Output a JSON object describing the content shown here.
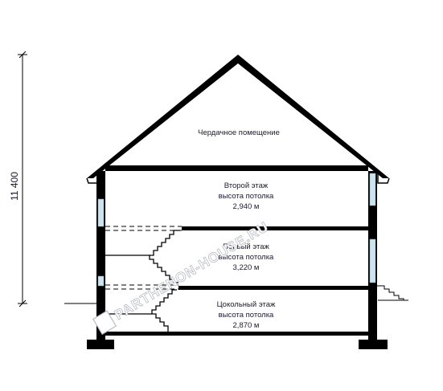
{
  "overall_height_label": "11 400",
  "rooms": {
    "attic": "Чердачное помещение",
    "second_floor": {
      "name": "Второй этаж",
      "ceiling_label": "высота потолка",
      "ceiling_value": "2,940 м"
    },
    "first_floor": {
      "name": "Первый этаж",
      "ceiling_label": "высота потолка",
      "ceiling_value": "3,220 м"
    },
    "basement_floor": {
      "name": "Цокольный этаж",
      "ceiling_label": "высота потолка",
      "ceiling_value": "2,870 м"
    }
  },
  "watermark": "PARTHENON-HOUSE.RU",
  "colors": {
    "structure": "#000000",
    "window": "#cfe3ee",
    "text": "#1a1a2e",
    "watermark_outline": "#b8bcc4"
  }
}
